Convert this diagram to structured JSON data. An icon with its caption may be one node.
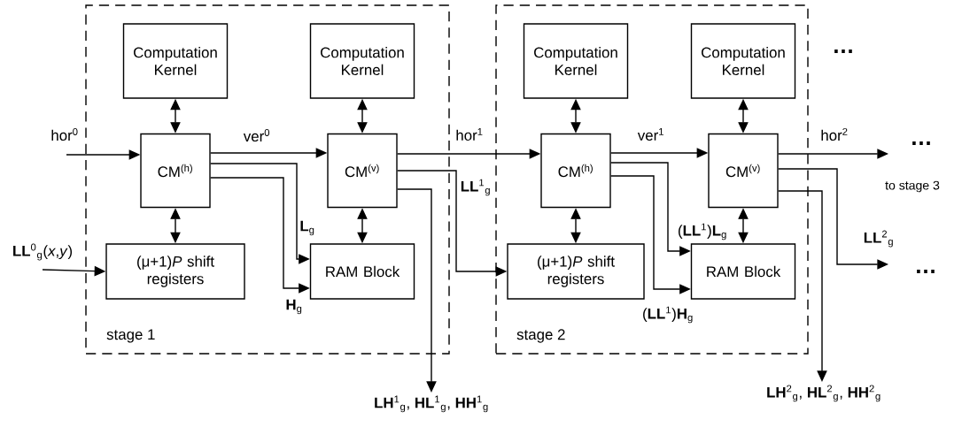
{
  "diagram": {
    "nodes": [
      {
        "text": [
          "stage 1"
        ]
      },
      {
        "text": [
          "Computation Kernel"
        ],
        "in": 0
      },
      {
        "text": [
          "Computation Kernel"
        ],
        "in": 0
      },
      {
        "text": [
          "CM$^{(h)}$"
        ],
        "in": 0
      },
      {
        "text": [
          "CM$^{(v)}$"
        ],
        "in": 0
      },
      {
        "text": [
          "(μ+1)*P* shift registers"
        ],
        "in": 0
      },
      {
        "text": [
          "RAM Block"
        ],
        "in": 0
      },
      {
        "text": [
          "stage 2"
        ]
      },
      {
        "text": [
          "Computation Kernel"
        ],
        "in": 7
      },
      {
        "text": [
          "Computation Kernel"
        ],
        "in": 7
      },
      {
        "text": [
          "CM$^{(h)}$"
        ],
        "in": 7
      },
      {
        "text": [
          "CM$^{(v)}$"
        ],
        "in": 7
      },
      {
        "text": [
          "(μ+1)*P* shift registers"
        ],
        "in": 7
      },
      {
        "text": [
          "RAM Block"
        ],
        "in": 7
      },
      {
        "text": [
          "**LH**$^{1}$$_{g}$, **HL**$^{1}$$_{g}$, **HH**$^{1}$$_{g}$"
        ]
      },
      {
        "text": [
          "**LH**$^{2}$$_{g}$, **HL**$^{2}$$_{g}$, **HH**$^{2}$$_{g}$"
        ]
      }
    ],
    "edges": [
      {
        "from": null,
        "to": 3,
        "arrow": "to",
        "label": "hor$^{0}$"
      },
      {
        "from": 1,
        "to": 3,
        "arrow": "both"
      },
      {
        "from": 3,
        "to": 5,
        "arrow": "both"
      },
      {
        "from": 3,
        "to": 4,
        "arrow": "to",
        "label": "ver$^{0}$"
      },
      {
        "from": 3,
        "to": 6,
        "arrow": "to",
        "label": "**L**$_{g}$"
      },
      {
        "from": 3,
        "to": 6,
        "arrow": "to",
        "label": "**H**$_{g}$"
      },
      {
        "from": 2,
        "to": 4,
        "arrow": "both"
      },
      {
        "from": 4,
        "to": 6,
        "arrow": "both"
      },
      {
        "from": null,
        "to": 5,
        "arrow": "to",
        "label": "**LL**$^{0}$$_{g}$(*x*,*y*)"
      },
      {
        "from": 4,
        "to": 10,
        "arrow": "to",
        "label": "hor$^{1}$"
      },
      {
        "from": 4,
        "to": 12,
        "arrow": "to",
        "label": "**LL**$^{1}$$_{g}$"
      },
      {
        "from": 4,
        "to": 14,
        "arrow": "to"
      },
      {
        "from": 8,
        "to": 10,
        "arrow": "both"
      },
      {
        "from": 10,
        "to": 12,
        "arrow": "both"
      },
      {
        "from": 10,
        "to": 11,
        "arrow": "to",
        "label": "ver$^{1}$"
      },
      {
        "from": 10,
        "to": 13,
        "arrow": "to",
        "label": "(**LL**$^{1}$)**L**$_{g}$"
      },
      {
        "from": 10,
        "to": 13,
        "arrow": "to",
        "label": "(**LL**$^{1}$)**H**$_{g}$"
      },
      {
        "from": 9,
        "to": 11,
        "arrow": "both"
      },
      {
        "from": 11,
        "to": 13,
        "arrow": "both"
      },
      {
        "from": 11,
        "to": null,
        "arrow": "to",
        "label": "hor$^{2}$"
      },
      {
        "from": 11,
        "to": null,
        "arrow": "to",
        "label": "**LL**$^{2}$$_{g}$"
      },
      {
        "from": 11,
        "to": 15,
        "arrow": "to"
      }
    ],
    "labels": [
      "…",
      "…",
      "to stage 3",
      "…"
    ]
  }
}
